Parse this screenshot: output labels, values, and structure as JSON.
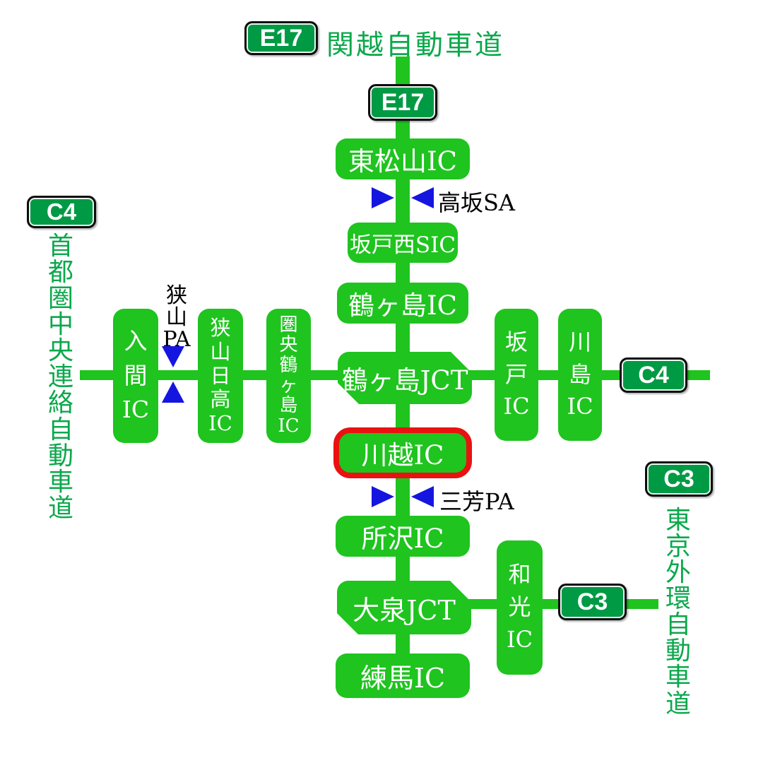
{
  "colors": {
    "road_green": "#1fc41f",
    "shield_green": "#009a44",
    "route_text_green": "#0ca84c",
    "rest_area_blue": "#1515e0",
    "highlight_red": "#ea1111"
  },
  "header": {
    "badge_label": "E17",
    "route_name": "関越自動車道"
  },
  "kanetsu": {
    "line_badge_label": "E17",
    "stops": [
      {
        "label": "東松山IC"
      },
      {
        "label": "坂戸西SIC"
      },
      {
        "label": "鶴ヶ島IC"
      },
      {
        "label": "鶴ヶ島JCT"
      },
      {
        "label": "川越IC",
        "highlighted": true
      },
      {
        "label": "所沢IC"
      },
      {
        "label": "大泉JCT"
      },
      {
        "label": "練馬IC"
      }
    ],
    "rest_areas": [
      {
        "label": "高坂SA"
      },
      {
        "label": "三芳PA"
      }
    ]
  },
  "kenodo": {
    "badge_label": "C4",
    "route_name": "首都圏中央連絡自動車道",
    "west_stops": [
      {
        "label": "入間IC"
      },
      {
        "label": "狭山日高IC"
      },
      {
        "label": "圏央鶴ヶ島IC"
      }
    ],
    "rest_area": {
      "label": "狭山PA"
    },
    "east_stops": [
      {
        "label": "坂戸IC"
      },
      {
        "label": "川島IC"
      }
    ],
    "east_badge_label": "C4"
  },
  "gaikan": {
    "badge_label": "C3",
    "route_name": "東京外環自動車道",
    "stops": [
      {
        "label": "和光IC"
      }
    ]
  }
}
